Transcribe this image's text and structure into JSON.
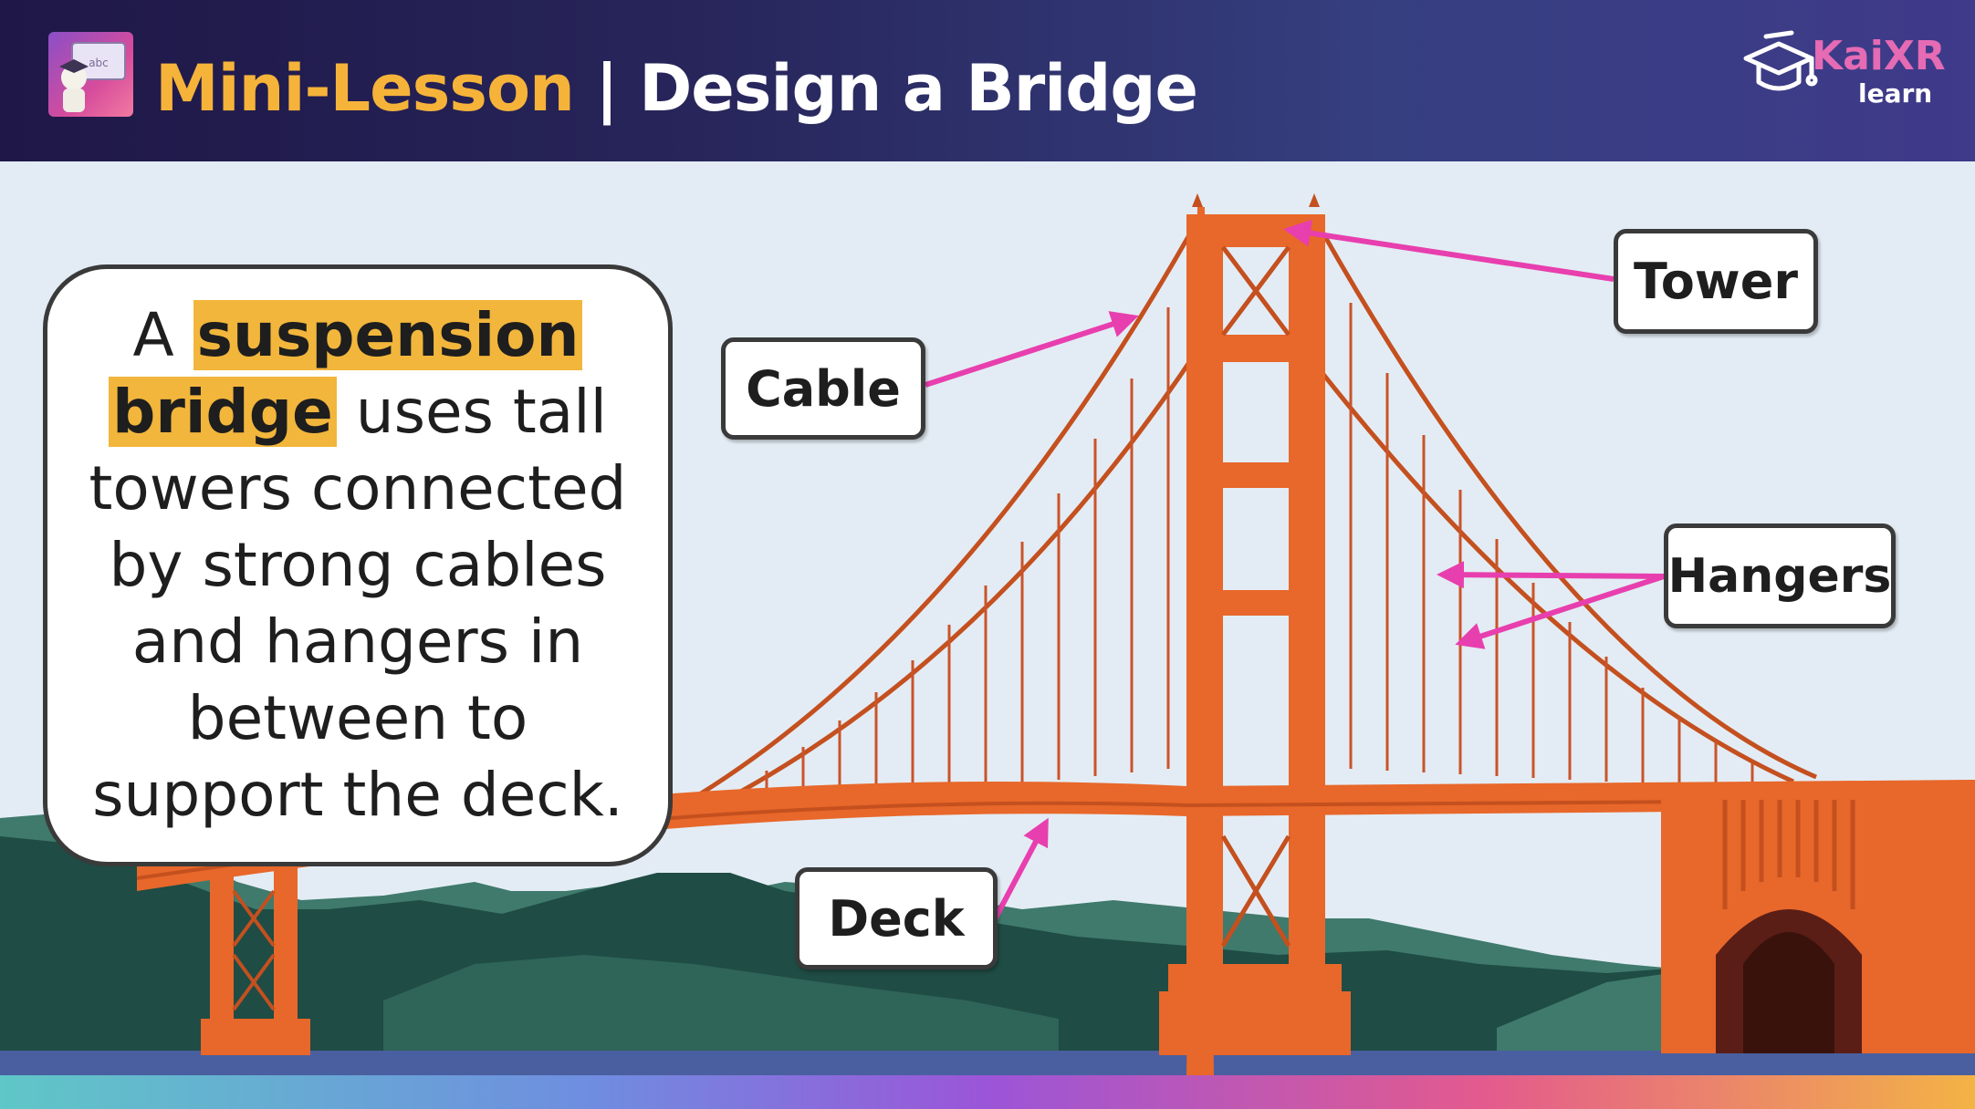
{
  "header": {
    "title_prefix": "Mini-Lesson",
    "title_separator": "|",
    "title_main": "Design a Bridge",
    "icon": "lesson-slide-icon",
    "brand": {
      "name": "KaiXR",
      "sub": "learn",
      "icon": "graduation-cap-icon"
    }
  },
  "info": {
    "word_a": "A",
    "highlight1": "suspension",
    "highlight2": "bridge",
    "rest": "uses tall towers connected by strong cables and hangers in between to support the deck."
  },
  "labels": {
    "tower": "Tower",
    "cable": "Cable",
    "hangers": "Hangers",
    "deck": "Deck"
  },
  "colors": {
    "header_dark": "#1f1747",
    "title_accent": "#f6b33a",
    "highlight": "#f2b63c",
    "arrow": "#e83fae",
    "bridge": "#e8672a",
    "bridge_dark": "#c4501f",
    "sky": "#e3ecf4",
    "hill_dark": "#1f4c44",
    "hill_light": "#3f7a6c"
  }
}
